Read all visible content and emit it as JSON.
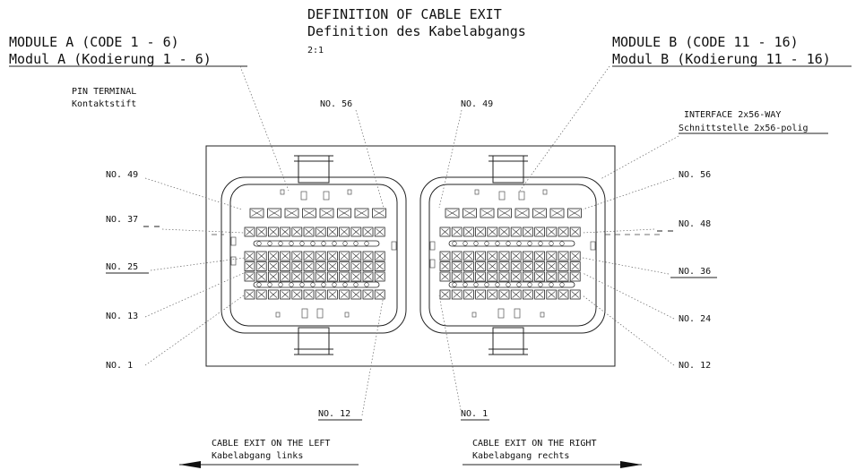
{
  "title": {
    "en": "DEFINITION OF CABLE EXIT",
    "de": "Definition des Kabelabgangs",
    "scale": "2:1"
  },
  "module_a": {
    "en": "MODULE A (CODE 1 - 6)",
    "de": "Modul A (Kodierung 1 - 6)"
  },
  "module_b": {
    "en": "MODULE B (CODE 11 - 16)",
    "de": "Modul B (Kodierung 11 - 16)"
  },
  "pin_terminal": {
    "en": "PIN TERMINAL",
    "de": "Kontaktstift"
  },
  "interface": {
    "en": "INTERFACE 2x56-WAY",
    "de": "Schnittstelle 2x56-polig"
  },
  "labels": {
    "a_no49": "NO. 49",
    "a_no37": "NO. 37",
    "a_no25": "NO. 25",
    "a_no13": "NO. 13",
    "a_no1": "NO. 1",
    "top_no56": "NO. 56",
    "top_no49": "NO. 49",
    "bot_no12": "NO. 12",
    "bot_no1": "NO. 1",
    "b_no56": "NO. 56",
    "b_no48": "NO. 48",
    "b_no36": "NO. 36",
    "b_no24": "NO. 24",
    "b_no12": "NO. 12"
  },
  "cable_exit_left": {
    "en": "CABLE EXIT ON THE LEFT",
    "de": "Kabelabgang links"
  },
  "cable_exit_right": {
    "en": "CABLE EXIT ON THE RIGHT",
    "de": "Kabelabgang rechts"
  }
}
